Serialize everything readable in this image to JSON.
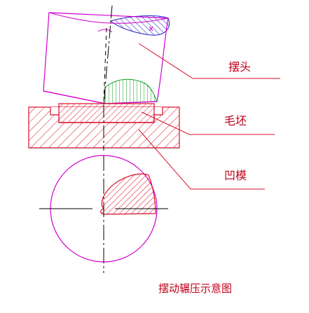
{
  "labels": {
    "swing_head": "摆头",
    "blank": "毛坯",
    "die": "凹模"
  },
  "caption": "摆动辗压示意图",
  "colors": {
    "head_outline": "#d000d0",
    "red": "#d8102a",
    "blue": "#2020c8",
    "green": "#10a020",
    "axis": "#000000",
    "background": "#ffffff"
  }
}
